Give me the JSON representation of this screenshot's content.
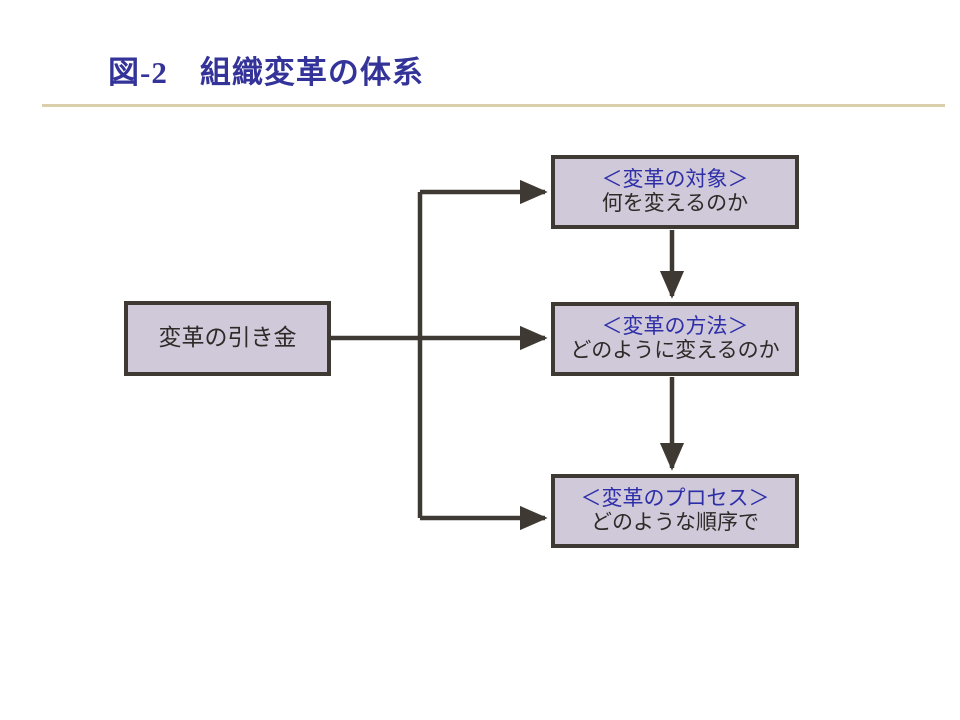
{
  "slide": {
    "title": "図-2　組織変革の体系",
    "title_color": "#333399",
    "rule_color": "#D9CFAB",
    "background": "#ffffff"
  },
  "diagram": {
    "type": "flow-diagram",
    "box_fill": "#CFC9D9",
    "box_border": "#3E3A33",
    "connector_color": "#3E3A33",
    "heading_color": "#2E2EA8",
    "body_color": "#2D2A28",
    "nodes": [
      {
        "id": "trigger",
        "single_line": "変革の引き金",
        "heading": "",
        "sub": ""
      },
      {
        "id": "object",
        "heading": "＜変革の対象＞",
        "sub": "何を変えるのか"
      },
      {
        "id": "method",
        "heading": "＜変革の方法＞",
        "sub": "どのように変えるのか"
      },
      {
        "id": "process",
        "heading": "＜変革のプロセス＞",
        "sub": "どのような順序で"
      }
    ],
    "edges": [
      {
        "from": "trigger",
        "to": "object",
        "style": "elbow-arrow"
      },
      {
        "from": "trigger",
        "to": "method",
        "style": "straight-arrow"
      },
      {
        "from": "trigger",
        "to": "process",
        "style": "elbow-arrow"
      },
      {
        "from": "object",
        "to": "method",
        "style": "vertical-arrow"
      },
      {
        "from": "method",
        "to": "process",
        "style": "vertical-arrow"
      }
    ]
  }
}
